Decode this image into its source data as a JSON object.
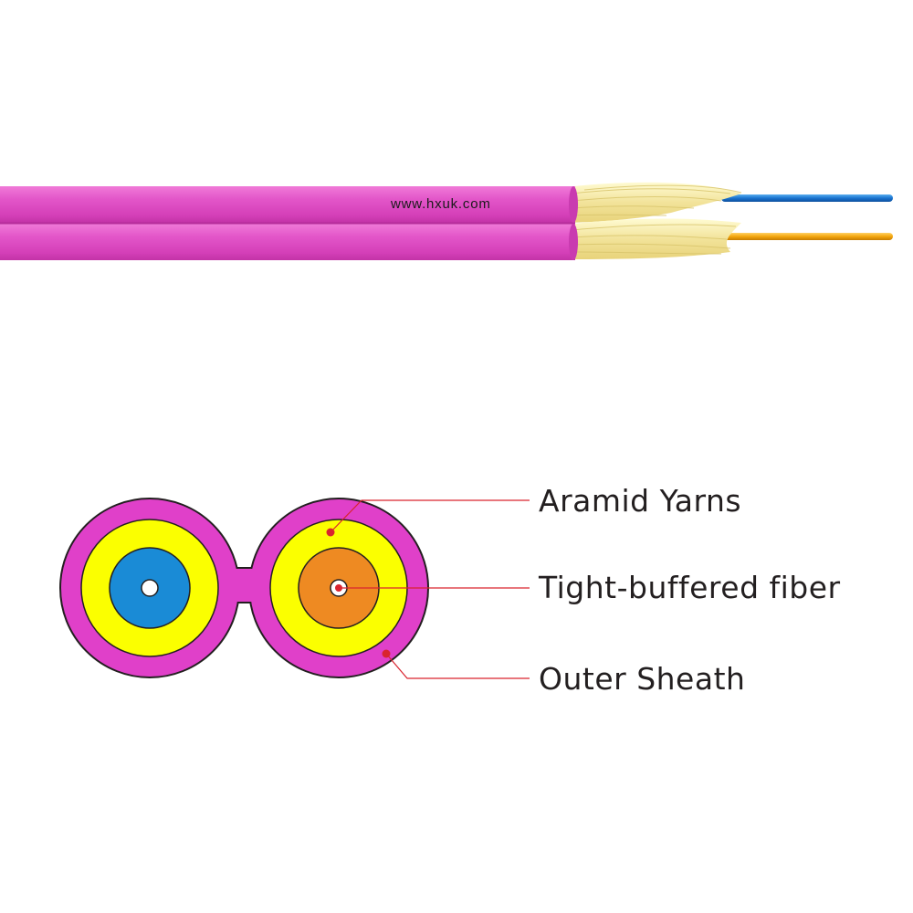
{
  "cable_print": {
    "url": "www.hxuk.com"
  },
  "labels": {
    "aramid": "Aramid Yarns",
    "fiber": "Tight-buffered fiber",
    "sheath": "Outer Sheath"
  },
  "colors": {
    "sheath": "#e040c9",
    "sheath_side": "#e357c8",
    "aramid_yarn": "#fbff00",
    "aramid_strands": "#f4e9a8",
    "fiber_blue": "#1a8bd6",
    "fiber_orange": "#ee8a22",
    "leader": "#d9242f"
  }
}
